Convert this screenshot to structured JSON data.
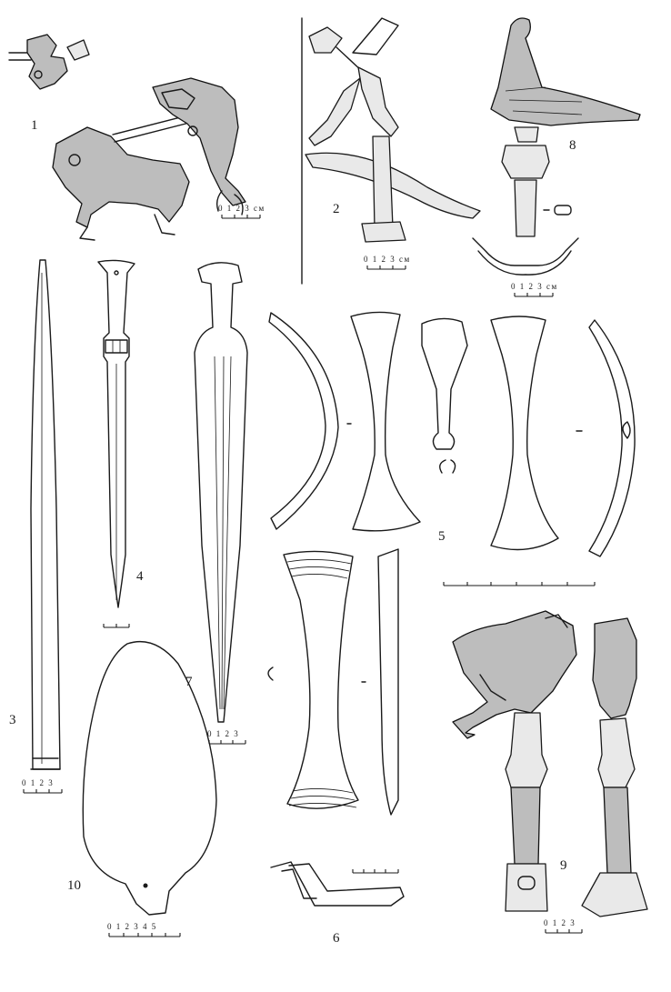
{
  "figure_numbers": {
    "n1": "1",
    "n2": "2",
    "n3": "3",
    "n4": "4",
    "n5": "5",
    "n6": "6",
    "n7": "7",
    "n8": "8",
    "n9": "9",
    "n10": "10"
  },
  "scale_labels": {
    "s1": "0 1 2 3 см",
    "s2": "0 1 2 3 см",
    "s8": "0 1 2 3 см",
    "s3": "0 1 2 3",
    "s7": "0 1 2 3",
    "s9": "0 1 2 3",
    "s10": "0 1 2 3 4 5"
  },
  "colors": {
    "ink": "#1a1a1a",
    "paper": "#ffffff",
    "shade": "#bdbdbd"
  }
}
